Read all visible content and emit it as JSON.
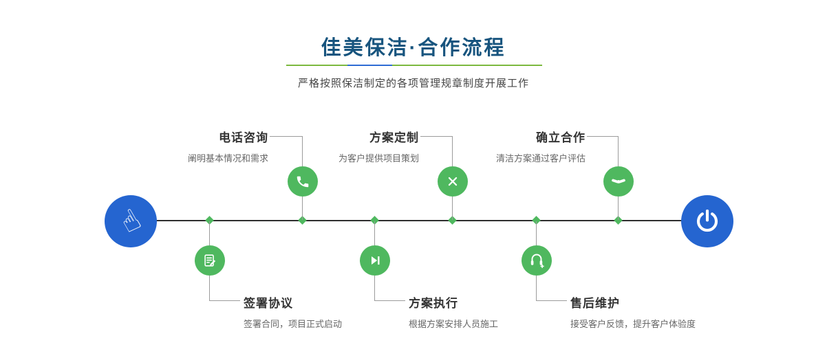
{
  "header": {
    "title": "佳美保洁·合作流程",
    "subtitle": "严格按照保洁制定的各项管理规章制度开展工作"
  },
  "flow": {
    "start_icon": "pointer-hand-icon",
    "start_glyph": "☝",
    "end_icon": "power-icon",
    "top_steps": [
      {
        "title": "电话咨询",
        "desc": "阐明基本情况和需求",
        "icon": "phone-icon"
      },
      {
        "title": "方案定制",
        "desc": "为客户提供项目策划",
        "icon": "design-icon"
      },
      {
        "title": "确立合作",
        "desc": "清洁方案通过客户评估",
        "icon": "handshake-icon"
      }
    ],
    "bottom_steps": [
      {
        "title": "签署协议",
        "desc": "签署合同，项目正式启动",
        "icon": "contract-icon"
      },
      {
        "title": "方案执行",
        "desc": "根据方案安排人员施工",
        "icon": "execute-icon"
      },
      {
        "title": "售后维护",
        "desc": "接受客户反馈，提升客户体验度",
        "icon": "aftersales-icon"
      }
    ]
  },
  "colors": {
    "title_blue": "#17547e",
    "step_green": "#4fb85f",
    "endpoint_blue": "#2565d0",
    "underline_green": "#7cb93e",
    "underline_blue": "#2e6bd4",
    "timeline_dark": "#2e2e2e",
    "connector_gray": "#9b9b9b"
  }
}
